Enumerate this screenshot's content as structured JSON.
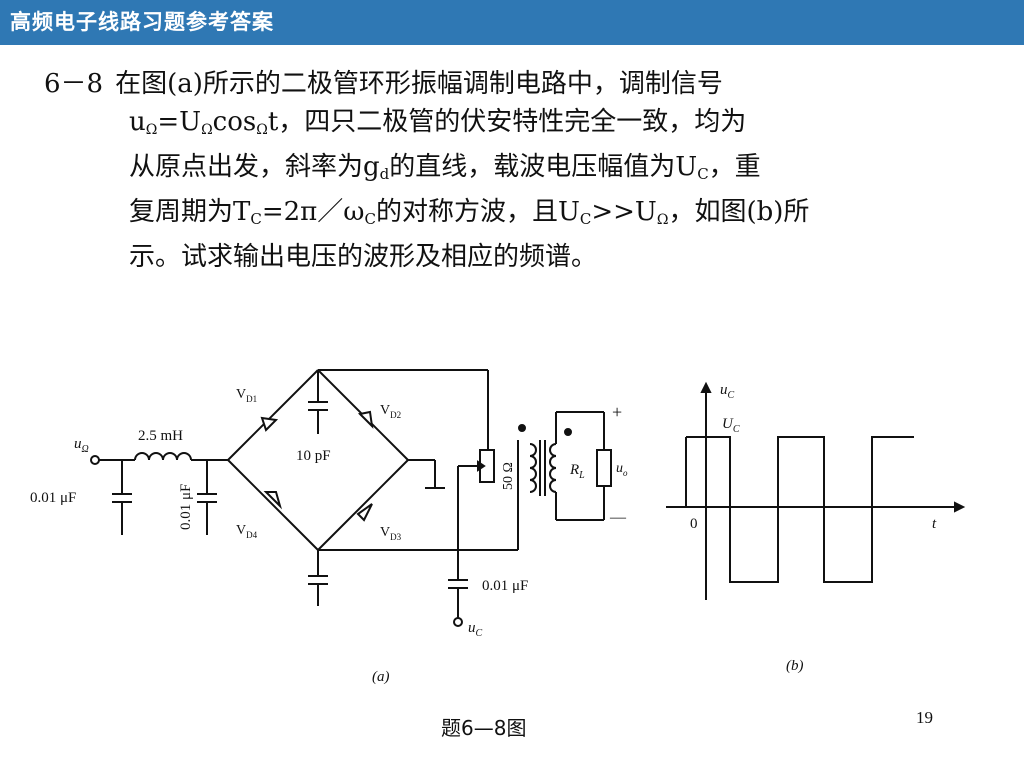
{
  "header": {
    "title": "高频电子线路习题参考答案",
    "bg_color": "#2f78b4",
    "text_color": "#ffffff"
  },
  "problem": {
    "number": "6－8",
    "line1": "在图(a)所示的二极管环形振幅调制电路中，调制信号",
    "line2_a": "u",
    "line2_a_sub": "Ω",
    "line2_b": "=U",
    "line2_b_sub": "Ω",
    "line2_c": "cos",
    "line2_c_sub": "Ω",
    "line2_d": "t，四只二极管的伏安特性完全一致，均为",
    "line3_a": "从原点出发，斜率为g",
    "line3_a_sub": "d",
    "line3_b": "的直线，载波电压幅值为U",
    "line3_b_sub": "C",
    "line3_c": "，重",
    "line4_a": "复周期为T",
    "line4_a_sub": "C",
    "line4_b": "=2π／ω",
    "line4_b_sub": "C",
    "line4_c": "的对称方波，且U",
    "line4_c_sub": "C",
    "line4_d": ">>U",
    "line4_d_sub": "Ω",
    "line4_e": "，如图(b)所",
    "line5": "示。试求输出电压的波形及相应的频谱。"
  },
  "circuit_a": {
    "input_label": "u",
    "input_sub": "Ω",
    "inductor_label": "2.5 mH",
    "cap_left_label": "0.01 μF",
    "cap_shunt_label": "0.01 μF",
    "cap_top_label": "10 pF",
    "diode1": "V",
    "diode1_sub": "D1",
    "diode2": "V",
    "diode2_sub": "D2",
    "diode3": "V",
    "diode3_sub": "D3",
    "diode4": "V",
    "diode4_sub": "D4",
    "pot_label": "50 Ω",
    "load_label": "R",
    "load_sub": "L",
    "output_label": "u",
    "output_sub": "o",
    "plus": "+",
    "minus": "—",
    "carrier_cap_label": "0.01 μF",
    "carrier_label": "u",
    "carrier_sub": "C",
    "caption": "(a)"
  },
  "waveform_b": {
    "y_axis_label": "u",
    "y_axis_sub": "C",
    "amp_label": "U",
    "amp_sub": "C",
    "origin": "0",
    "x_axis_label": "t",
    "caption": "(b)"
  },
  "caption": "题6—8图",
  "page_number": "19"
}
